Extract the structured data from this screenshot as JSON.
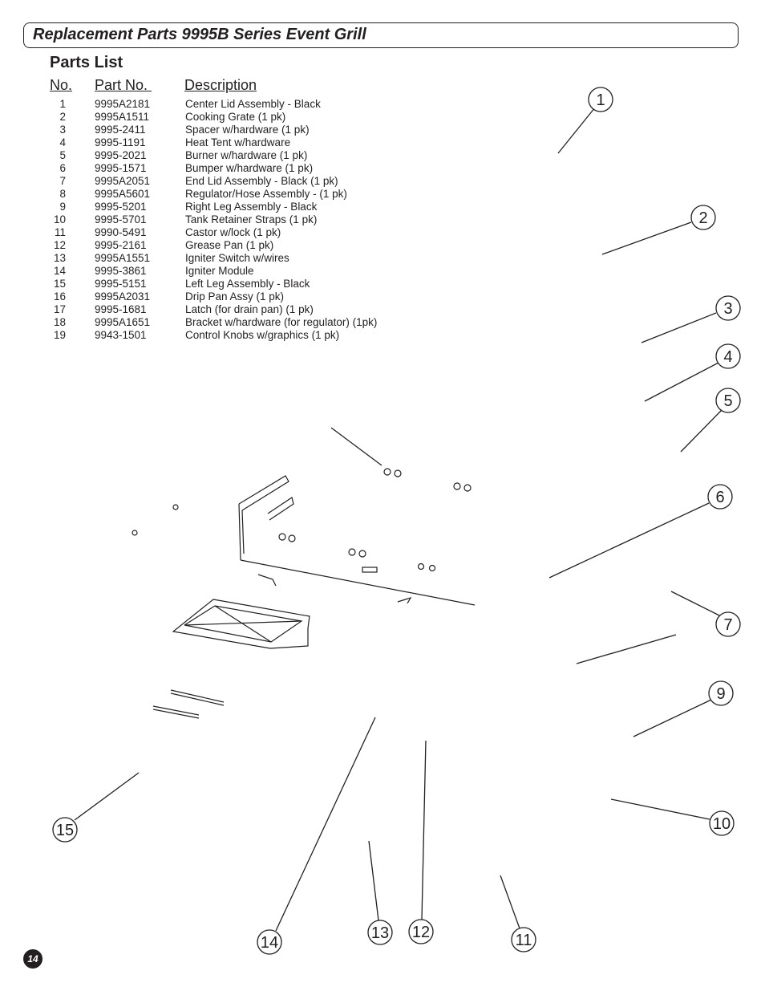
{
  "header": {
    "title": "Replacement Parts 9995B Series Event Grill"
  },
  "parts_list": {
    "heading": "Parts List",
    "columns": {
      "no": "No.",
      "part_no": "Part No. ",
      "description": "Description"
    },
    "rows": [
      {
        "no": "1",
        "part_no": "9995A2181",
        "description": "Center Lid Assembly - Black"
      },
      {
        "no": "2",
        "part_no": "9995A1511",
        "description": "Cooking Grate (1 pk)"
      },
      {
        "no": "3",
        "part_no": "9995-2411",
        "description": "Spacer w/hardware (1 pk)"
      },
      {
        "no": "4",
        "part_no": "9995-1191",
        "description": "Heat Tent w/hardware"
      },
      {
        "no": "5",
        "part_no": "9995-2021",
        "description": "Burner w/hardware (1 pk)"
      },
      {
        "no": "6",
        "part_no": "9995-1571",
        "description": "Bumper w/hardware (1 pk)"
      },
      {
        "no": "7",
        "part_no": "9995A2051",
        "description": "End Lid Assembly - Black (1 pk)"
      },
      {
        "no": "8",
        "part_no": "9995A5601",
        "description": "Regulator/Hose Assembly - (1 pk)"
      },
      {
        "no": "9",
        "part_no": "9995-5201",
        "description": "Right Leg Assembly - Black"
      },
      {
        "no": "10",
        "part_no": "9995-5701",
        "description": "Tank Retainer Straps (1 pk)"
      },
      {
        "no": "11",
        "part_no": "9990-5491",
        "description": "Castor w/lock (1 pk)"
      },
      {
        "no": "12",
        "part_no": "9995-2161",
        "description": "Grease Pan (1 pk)"
      },
      {
        "no": "13",
        "part_no": "9995A1551",
        "description": "Igniter Switch w/wires"
      },
      {
        "no": "14",
        "part_no": "9995-3861",
        "description": "Igniter Module"
      },
      {
        "no": "15",
        "part_no": "9995-5151",
        "description": "Left Leg Assembly - Black"
      },
      {
        "no": "16",
        "part_no": "9995A2031",
        "description": "Drip Pan Assy (1 pk)"
      },
      {
        "no": "17",
        "part_no": "9995-1681",
        "description": "Latch (for drain pan) (1 pk)"
      },
      {
        "no": "18",
        "part_no": "9995A1651",
        "description": "Bracket w/hardware (for regulator) (1pk)"
      },
      {
        "no": "19",
        "part_no": "9943-1501",
        "description": "Control Knobs w/graphics (1 pk)"
      }
    ]
  },
  "callouts": [
    "1",
    "2",
    "3",
    "4",
    "5",
    "6",
    "7",
    "9",
    "10",
    "11",
    "12",
    "13",
    "14",
    "15"
  ],
  "page_number": "14"
}
